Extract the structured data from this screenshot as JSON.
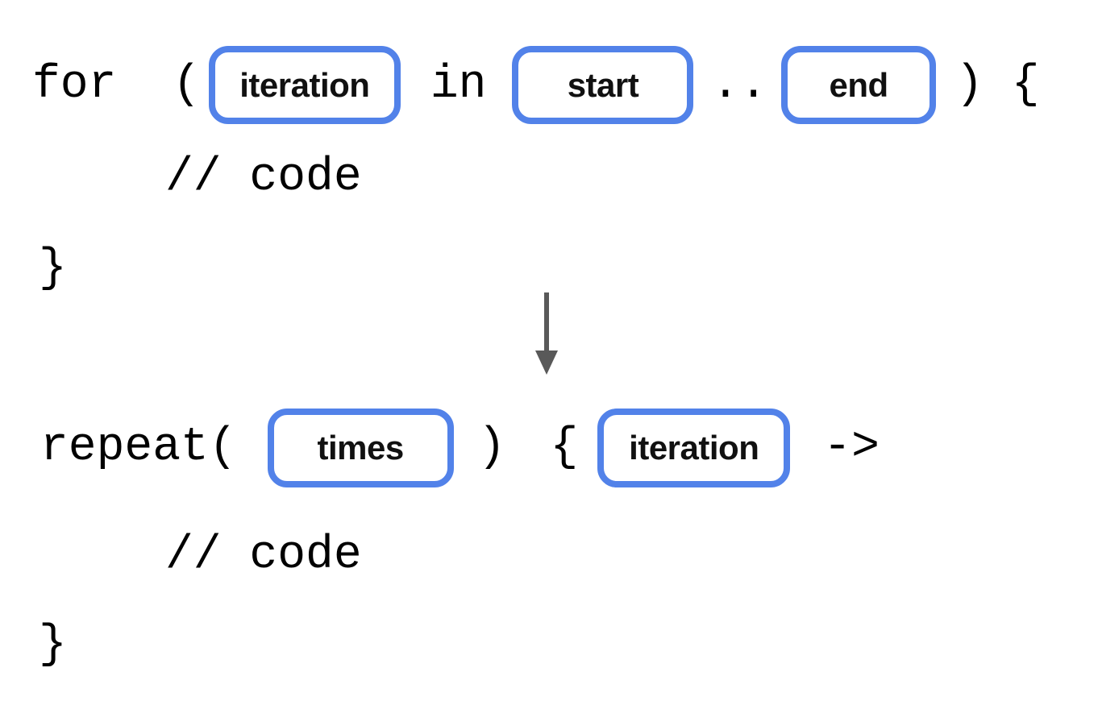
{
  "colors": {
    "placeholder_border": "#5282E9",
    "arrow": "#595959",
    "code_text": "#000000",
    "background": "#FFFFFF"
  },
  "for_block": {
    "for_open": "for  (",
    "iteration_placeholder": "iteration",
    "in_keyword": "in",
    "start_placeholder": "start",
    "range_operator": "..",
    "end_placeholder": "end",
    "close_tokens": ") {",
    "body_comment": "// code",
    "closing_brace": "}"
  },
  "transform_arrow": {
    "direction": "down"
  },
  "repeat_block": {
    "repeat_open": "repeat(",
    "times_placeholder": "times",
    "close_paren": ")",
    "open_brace": "{",
    "iteration_placeholder": "iteration",
    "lambda_arrow": "->",
    "body_comment": "// code",
    "closing_brace": "}"
  }
}
